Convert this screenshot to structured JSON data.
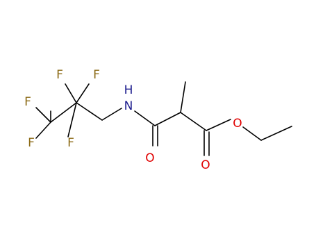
{
  "colors": {
    "background": "#ffffff",
    "bond": "#000000",
    "fluorine": "#8b6914",
    "nitrogen": "#1a1a8c",
    "oxygen": "#e00000"
  },
  "atoms": {
    "f1": {
      "symbol": "F",
      "element": "fluorine"
    },
    "f2": {
      "symbol": "F",
      "element": "fluorine"
    },
    "f3": {
      "symbol": "F",
      "element": "fluorine"
    },
    "f4": {
      "symbol": "F",
      "element": "fluorine"
    },
    "f5": {
      "symbol": "F",
      "element": "fluorine"
    },
    "n1": {
      "symbol": "N",
      "element": "nitrogen"
    },
    "h1": {
      "symbol": "H",
      "element": "nitrogen"
    },
    "o_amide": {
      "symbol": "O",
      "element": "oxygen"
    },
    "o_carbonyl": {
      "symbol": "O",
      "element": "oxygen"
    },
    "o_ester": {
      "symbol": "O",
      "element": "oxygen"
    }
  }
}
